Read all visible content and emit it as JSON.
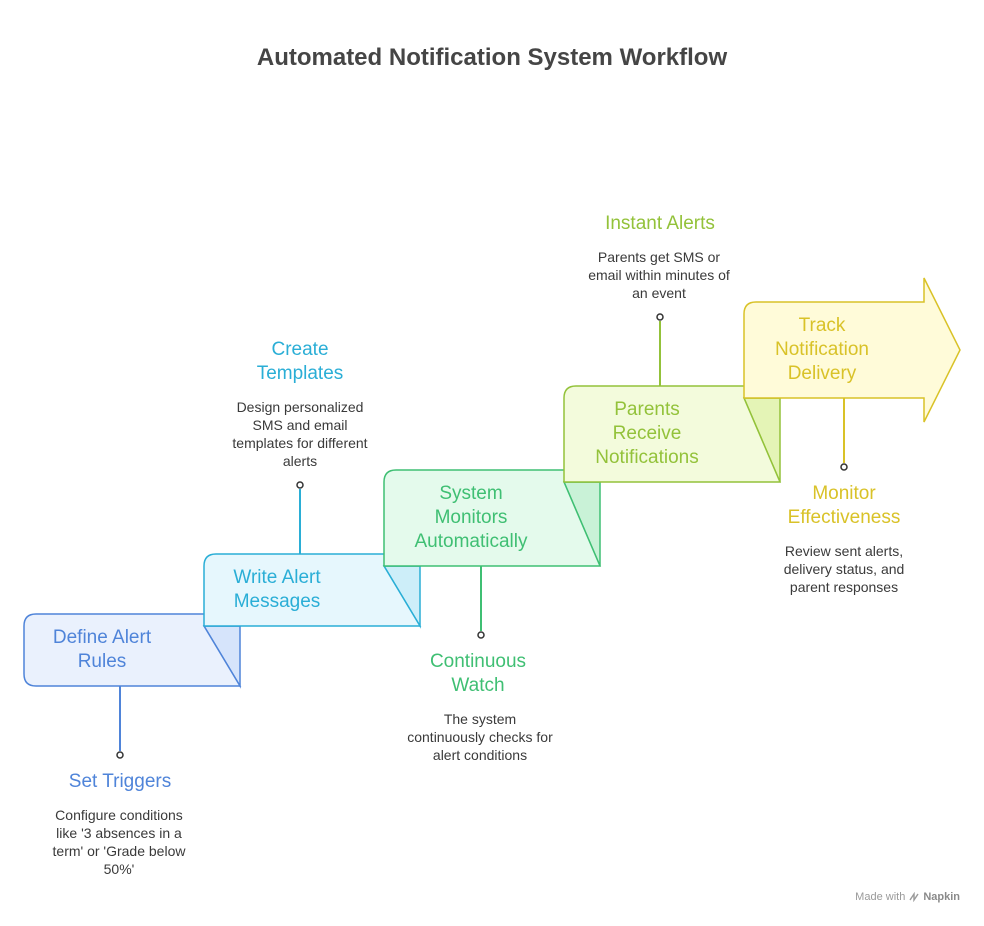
{
  "title": "Automated Notification System Workflow",
  "steps": [
    {
      "label": "Define Alert Rules",
      "color": "#4f84d9",
      "fill": "#eaf1fd",
      "fold": "#d6e4fb",
      "note": {
        "title": "Set Triggers",
        "desc": "Configure conditions like '3 absences in a term' or 'Grade below 50%'"
      }
    },
    {
      "label": "Write Alert Messages",
      "color": "#2aaed6",
      "fill": "#e6f7fd",
      "fold": "#cdeef9",
      "note": {
        "title": "Create Templates",
        "desc": "Design personalized SMS and email templates for different alerts"
      }
    },
    {
      "label": "System Monitors Automatically",
      "color": "#3fbf73",
      "fill": "#e4faec",
      "fold": "#c9f2d7",
      "note": {
        "title": "Continuous Watch",
        "desc": "The system continuously checks for alert conditions"
      }
    },
    {
      "label": "Parents Receive Notifications",
      "color": "#93c23a",
      "fill": "#f3fbdc",
      "fold": "#e4f4b6",
      "note": {
        "title": "Instant Alerts",
        "desc": "Parents get SMS or email within minutes of an event"
      }
    },
    {
      "label": "Track Notification Delivery",
      "color": "#d9c228",
      "fill": "#fffbd9",
      "fold": "#fbf3b4",
      "note": {
        "title": "Monitor Effectiveness",
        "desc": "Review sent alerts, delivery status, and parent responses"
      }
    }
  ],
  "footer": {
    "made_with": "Made with",
    "brand": "Napkin"
  }
}
